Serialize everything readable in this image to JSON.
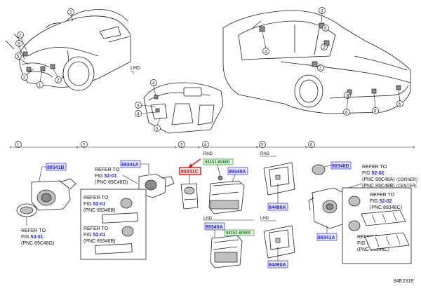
{
  "diagram_code": "84E231E",
  "lhd_label": "LHD",
  "callouts": [
    "1",
    "2",
    "3",
    "4",
    "5",
    "6"
  ],
  "sections": {
    "s1": {
      "num": "1",
      "part": "89341B",
      "refer_to": "REFER TO",
      "fig_prefix": "FIG",
      "fig": "53-01",
      "pnc": "(PNC 89C48G)"
    },
    "s2": {
      "num": "2",
      "part": "89341A",
      "ref_a": {
        "refer_to": "REFER TO",
        "fig_prefix": "FIG",
        "fig": "52-01",
        "pnc": "(PNC 89C48D)"
      },
      "ref_b": {
        "refer_to": "REFER TO",
        "fig_prefix": "FIG",
        "fig": "52-01",
        "pnc": "(PNC 89346B)"
      },
      "ref_c": {
        "refer_to": "REFER TO",
        "fig_prefix": "FIG",
        "fig": "52-01",
        "pnc": "(PNC 89346B)"
      }
    },
    "s3": {
      "num": "3",
      "part": "89341C"
    },
    "s4": {
      "num": "4",
      "rhd": "RHD",
      "lhd": "LHD",
      "part_rhd": "89340A",
      "part_lhd": "89340A",
      "std_rhd": "94151-80600",
      "std_lhd": "94151-80600"
    },
    "s5": {
      "num": "5",
      "rhd": "RHD",
      "lhd": "LHD",
      "part_rhd": "84490A",
      "part_lhd": "84490A"
    },
    "s6": {
      "num": "6",
      "part_top": "89348D",
      "part_bottom": "89341A",
      "ref_top": {
        "refer_to": "REFER TO",
        "fig_prefix": "FIG",
        "fig": "52-02",
        "pnc1": "(PNC 89C48A)",
        "pnc2": "(PNC 89C48B)",
        "corner": "(CORNER)",
        "center": "(CENTER)"
      },
      "ref_mid": {
        "refer_to": "REFER TO",
        "fig_prefix": "FIG",
        "fig": "52-02",
        "pnc": "(PNC 89346C)"
      },
      "ref_bot": {
        "refer_to": "REFER TO",
        "fig_prefix": "FIG",
        "fig": "52-02",
        "pnc": "(PNC 89346C)"
      }
    }
  }
}
